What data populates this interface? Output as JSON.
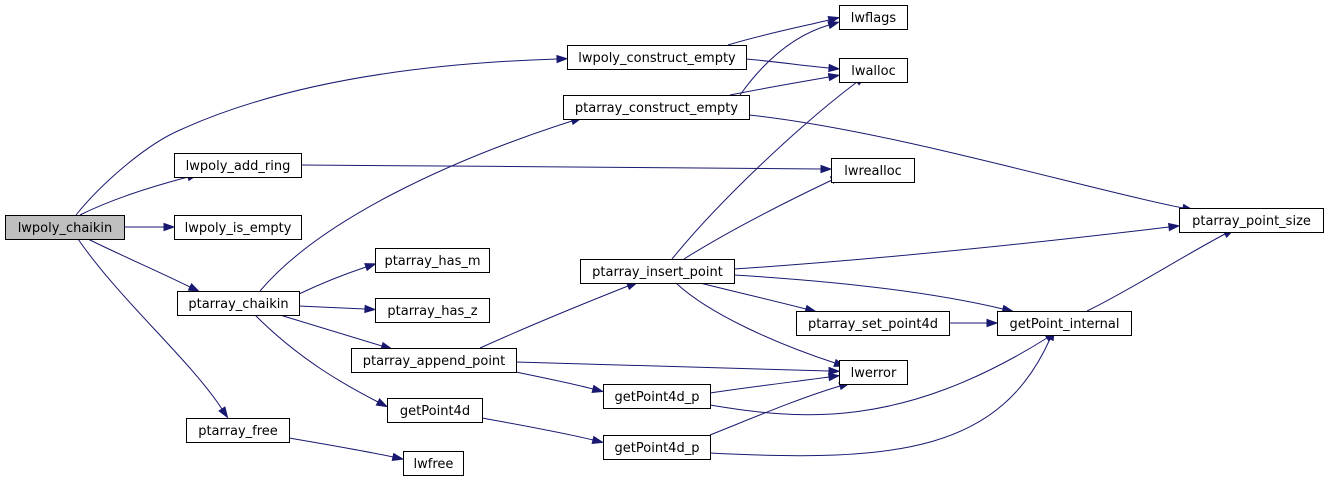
{
  "graph": {
    "nodes": [
      {
        "id": "lwpoly_chaikin",
        "label": "lwpoly_chaikin",
        "root": true
      },
      {
        "id": "lwpoly_construct_empty",
        "label": "lwpoly_construct_empty"
      },
      {
        "id": "lwflags",
        "label": "lwflags"
      },
      {
        "id": "lwalloc",
        "label": "lwalloc"
      },
      {
        "id": "ptarray_construct_empty",
        "label": "ptarray_construct_empty"
      },
      {
        "id": "lwpoly_add_ring",
        "label": "lwpoly_add_ring"
      },
      {
        "id": "lwrealloc",
        "label": "lwrealloc"
      },
      {
        "id": "lwpoly_is_empty",
        "label": "lwpoly_is_empty"
      },
      {
        "id": "ptarray_point_size",
        "label": "ptarray_point_size"
      },
      {
        "id": "ptarray_has_m",
        "label": "ptarray_has_m"
      },
      {
        "id": "ptarray_insert_point",
        "label": "ptarray_insert_point"
      },
      {
        "id": "ptarray_chaikin",
        "label": "ptarray_chaikin"
      },
      {
        "id": "ptarray_has_z",
        "label": "ptarray_has_z"
      },
      {
        "id": "ptarray_set_point4d",
        "label": "ptarray_set_point4d"
      },
      {
        "id": "getPoint_internal",
        "label": "getPoint_internal"
      },
      {
        "id": "ptarray_append_point",
        "label": "ptarray_append_point"
      },
      {
        "id": "lwerror",
        "label": "lwerror"
      },
      {
        "id": "getPoint4d_p_1",
        "label": "getPoint4d_p"
      },
      {
        "id": "getPoint4d",
        "label": "getPoint4d"
      },
      {
        "id": "ptarray_free",
        "label": "ptarray_free"
      },
      {
        "id": "getPoint4d_p_2",
        "label": "getPoint4d_p"
      },
      {
        "id": "lwfree",
        "label": "lwfree"
      }
    ],
    "edges": [
      {
        "from": "lwpoly_chaikin",
        "to": "lwpoly_construct_empty"
      },
      {
        "from": "lwpoly_chaikin",
        "to": "lwpoly_add_ring"
      },
      {
        "from": "lwpoly_chaikin",
        "to": "lwpoly_is_empty"
      },
      {
        "from": "lwpoly_chaikin",
        "to": "ptarray_chaikin"
      },
      {
        "from": "lwpoly_chaikin",
        "to": "ptarray_free"
      },
      {
        "from": "lwpoly_construct_empty",
        "to": "lwflags"
      },
      {
        "from": "lwpoly_construct_empty",
        "to": "lwalloc"
      },
      {
        "from": "ptarray_construct_empty",
        "to": "lwflags"
      },
      {
        "from": "ptarray_construct_empty",
        "to": "lwalloc"
      },
      {
        "from": "ptarray_construct_empty",
        "to": "ptarray_point_size"
      },
      {
        "from": "lwpoly_add_ring",
        "to": "lwrealloc"
      },
      {
        "from": "ptarray_chaikin",
        "to": "ptarray_construct_empty"
      },
      {
        "from": "ptarray_chaikin",
        "to": "ptarray_has_m"
      },
      {
        "from": "ptarray_chaikin",
        "to": "ptarray_has_z"
      },
      {
        "from": "ptarray_chaikin",
        "to": "ptarray_append_point"
      },
      {
        "from": "ptarray_chaikin",
        "to": "getPoint4d"
      },
      {
        "from": "ptarray_insert_point",
        "to": "lwalloc"
      },
      {
        "from": "ptarray_insert_point",
        "to": "lwrealloc"
      },
      {
        "from": "ptarray_insert_point",
        "to": "ptarray_point_size"
      },
      {
        "from": "ptarray_insert_point",
        "to": "getPoint_internal"
      },
      {
        "from": "ptarray_insert_point",
        "to": "ptarray_set_point4d"
      },
      {
        "from": "ptarray_insert_point",
        "to": "lwerror"
      },
      {
        "from": "ptarray_set_point4d",
        "to": "getPoint_internal"
      },
      {
        "from": "getPoint_internal",
        "to": "ptarray_point_size"
      },
      {
        "from": "ptarray_append_point",
        "to": "ptarray_insert_point"
      },
      {
        "from": "ptarray_append_point",
        "to": "lwerror"
      },
      {
        "from": "ptarray_append_point",
        "to": "getPoint4d_p_1"
      },
      {
        "from": "getPoint4d_p_1",
        "to": "lwerror"
      },
      {
        "from": "getPoint4d_p_1",
        "to": "getPoint_internal"
      },
      {
        "from": "getPoint4d",
        "to": "getPoint4d_p_2"
      },
      {
        "from": "getPoint4d_p_2",
        "to": "lwerror"
      },
      {
        "from": "getPoint4d_p_2",
        "to": "getPoint_internal"
      },
      {
        "from": "ptarray_free",
        "to": "lwfree"
      }
    ]
  }
}
